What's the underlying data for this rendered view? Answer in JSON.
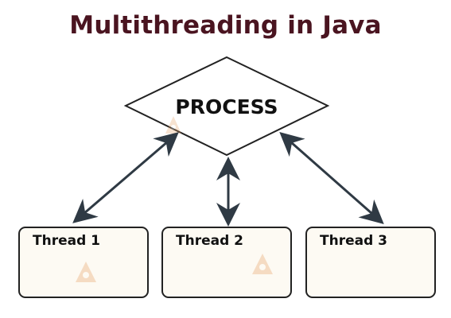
{
  "title": "Multithreading in Java",
  "process": {
    "label": "PROCESS"
  },
  "threads": [
    {
      "label": "Thread 1"
    },
    {
      "label": "Thread 2"
    },
    {
      "label": "Thread 3"
    }
  ],
  "colors": {
    "title": "#4a1420",
    "arrow": "#2f3a44",
    "box_fill": "#fdfaf3",
    "outline": "#222222"
  }
}
